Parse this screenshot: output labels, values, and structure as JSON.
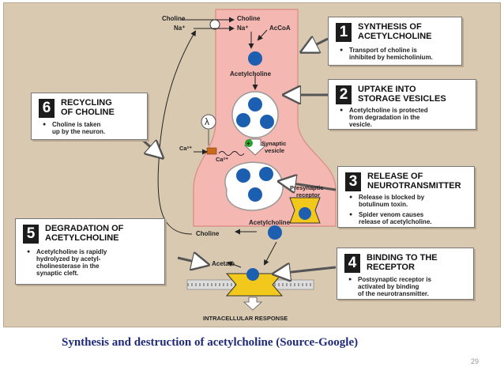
{
  "diagram": {
    "labels": {
      "choline_left": "Choline",
      "na_left": "Na⁺",
      "choline_right": "Choline",
      "na_right": "Na⁺",
      "acetyl_coa": "AcCoA",
      "acetylcholine_top": "Acetylcholine",
      "ca_left": "Ca²⁺",
      "ca_right": "Ca²⁺",
      "synaptic_vesicle_1": "Synaptic",
      "synaptic_vesicle_2": "vesicle",
      "presynaptic_receptor_1": "Presynaptic",
      "presynaptic_receptor_2": "receptor",
      "acetylcholine_cleft": "Acetylcholine",
      "choline_cleft": "Choline",
      "acetate": "Acetate",
      "intracellular_response": "INTRACELLULAR RESPONSE",
      "lambda": "λ",
      "plus": "+"
    },
    "steps": [
      {
        "number": "1",
        "title_1": "SYNTHESIS OF",
        "title_2": "ACETYLCHOLINE",
        "bullets": [
          {
            "l1": "Transport of choline is",
            "l2": "inhibited by hemicholinium."
          }
        ]
      },
      {
        "number": "2",
        "title_1": "UPTAKE INTO",
        "title_2": "STORAGE VESICLES",
        "bullets": [
          {
            "l1": "Acetylcholine is protected",
            "l2": "from degradation in the",
            "l3": "vesicle."
          }
        ]
      },
      {
        "number": "3",
        "title_1": "RELEASE OF",
        "title_2": "NEUROTRANSMITTER",
        "bullets": [
          {
            "l1": "Release is blocked by",
            "l2": "botulinum toxin."
          },
          {
            "l1": "Spider venom causes",
            "l2": "release of acetylcholine."
          }
        ]
      },
      {
        "number": "4",
        "title_1": "BINDING TO THE",
        "title_2": "RECEPTOR",
        "bullets": [
          {
            "l1": "Postsynaptic receptor is",
            "l2": "activated by binding",
            "l3": "of the neurotransmitter."
          }
        ]
      },
      {
        "number": "5",
        "title_1": "DEGRADATION OF",
        "title_2": "ACETYLCHOLINE",
        "bullets": [
          {
            "l1": "Acetylcholine is rapidly",
            "l2": "hydrolyzed by acetyl-",
            "l3": "cholinesterase in the",
            "l4": "synaptic cleft."
          }
        ]
      },
      {
        "number": "6",
        "title_1": "RECYCLING",
        "title_2": "OF CHOLINE",
        "bullets": [
          {
            "l1": "Choline is taken",
            "l2": "up by the neuron."
          }
        ]
      }
    ],
    "colors": {
      "background": "#d9c9b1",
      "neuron": "#f4b7b1",
      "molecule": "#1c5fb0",
      "receptor": "#f2c81c"
    }
  },
  "caption": "Synthesis and destruction of acetylcholine (Source-Google)",
  "page_number": "29"
}
